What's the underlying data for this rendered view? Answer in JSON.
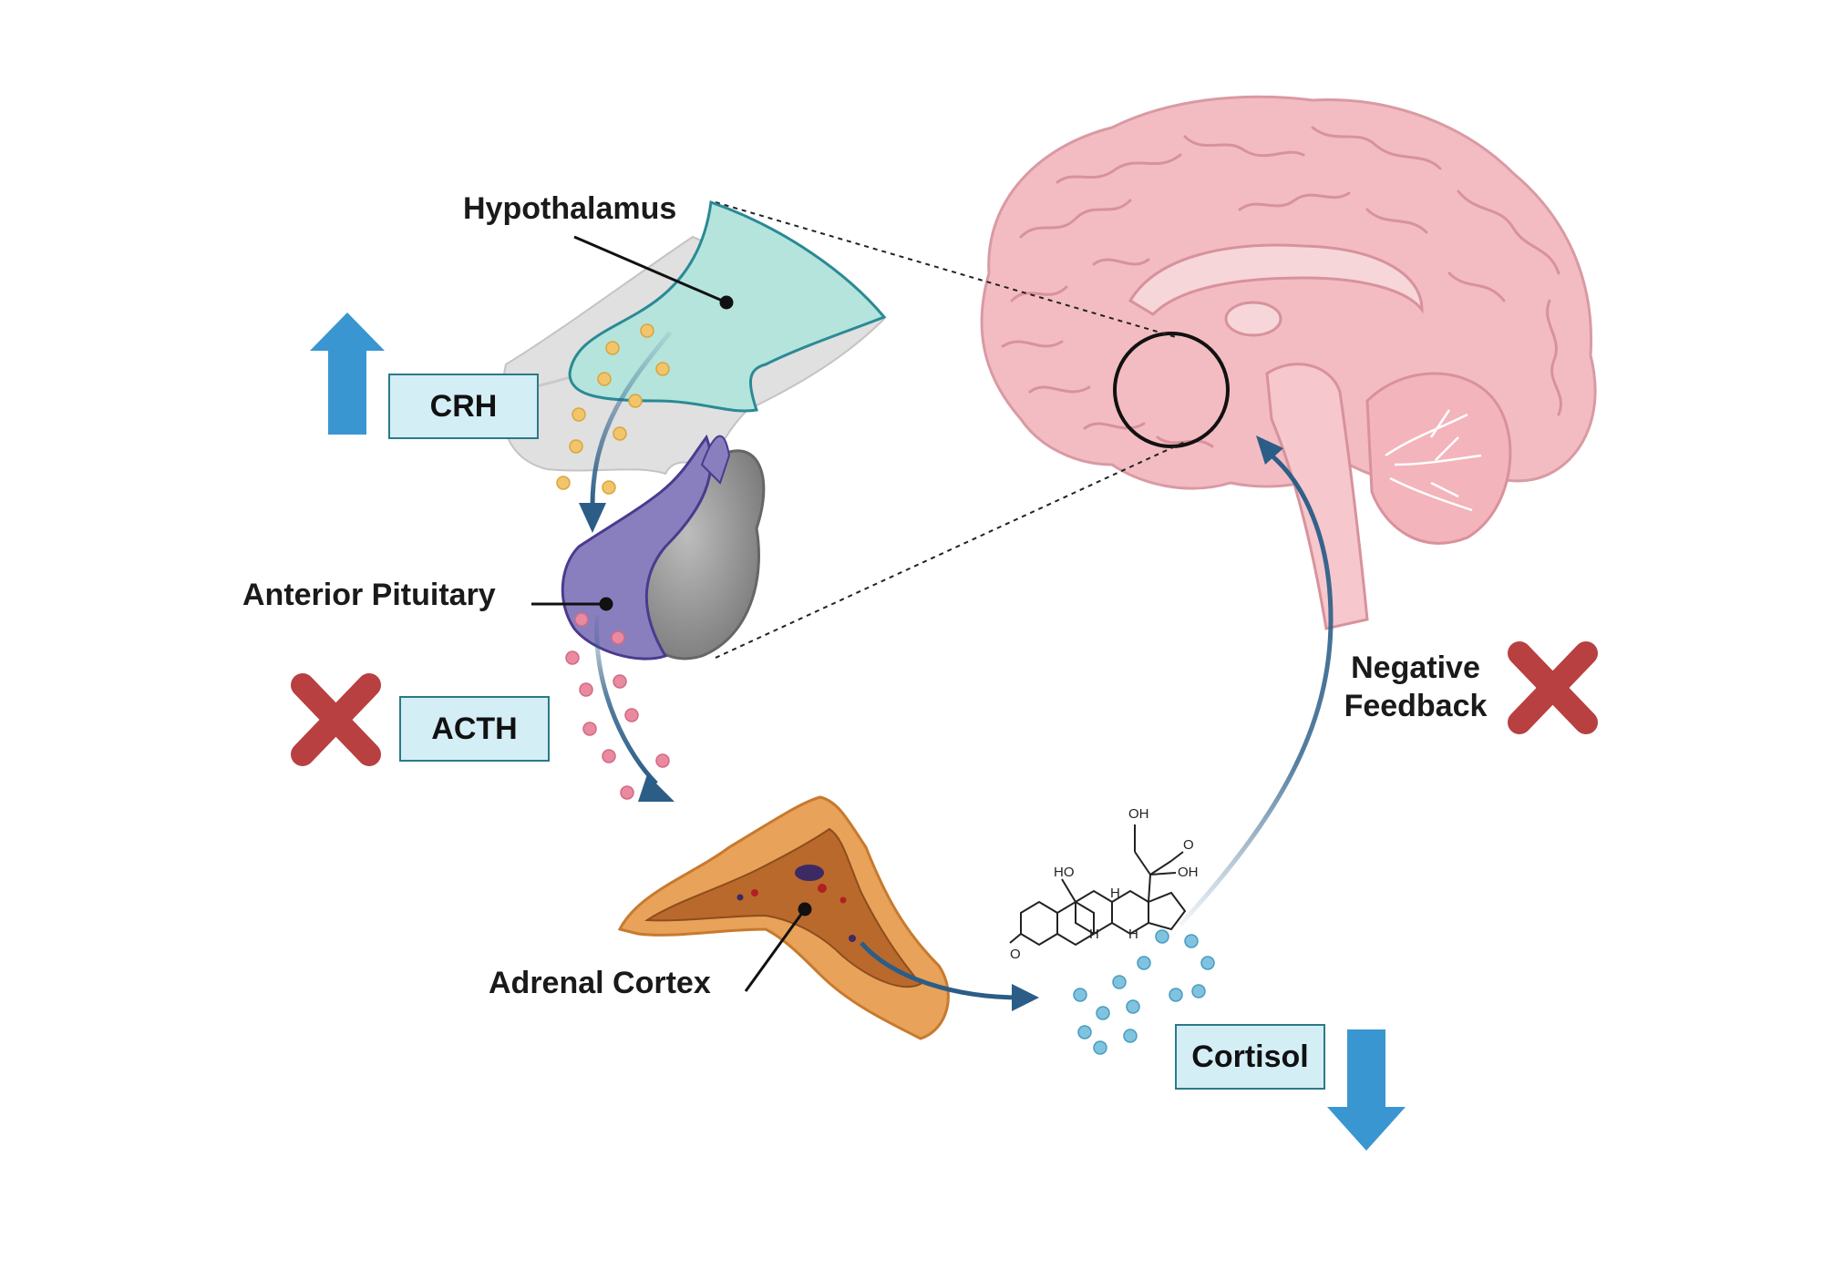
{
  "labels": {
    "hypothalamus": "Hypothalamus",
    "anterior_pituitary": "Anterior Pituitary",
    "adrenal_cortex": "Adrenal Cortex",
    "negative_feedback_line1": "Negative",
    "negative_feedback_line2": "Feedback"
  },
  "hormones": {
    "crh": "CRH",
    "acth": "ACTH",
    "cortisol": "Cortisol"
  },
  "molecule": {
    "oh_top": "OH",
    "o_ketone": "O",
    "ho_left": "HO",
    "oh_right": "OH",
    "h1": "H",
    "h2": "H",
    "h3": "H",
    "o_ring": "O"
  },
  "colors": {
    "up_arrow": "#3a96d0",
    "down_arrow": "#3a96d0",
    "red_x": "#b84040",
    "flow_arrow": "#2b5d87",
    "hypothalamus": "#b5e4dc",
    "pituitary_anterior": "#8a7fbe",
    "brain": "#f3bcc2",
    "adrenal": "#e8a25a",
    "crh_dots": "#f2c56b",
    "acth_dots": "#e98aa0",
    "cortisol_dots": "#7fc3df"
  },
  "indicators": {
    "crh": "increased",
    "acth": "blocked",
    "cortisol": "decreased",
    "negative_feedback": "blocked"
  }
}
